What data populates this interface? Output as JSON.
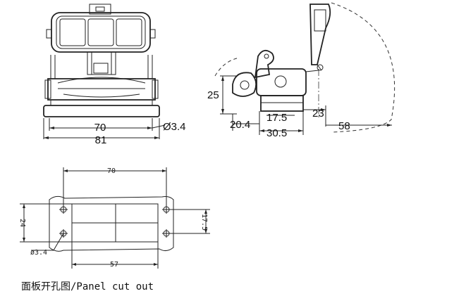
{
  "front_view": {
    "width_label": "70",
    "overall_label": "81",
    "hole_label": "Ø3.4"
  },
  "side_view": {
    "height_label": "25",
    "dim_a": "20.4",
    "dim_b": "17.5",
    "dim_c": "30.5",
    "dim_d": "23",
    "dim_e": "58"
  },
  "cutout": {
    "width_label": "70",
    "height_label": "24",
    "inner_height_label": "17.5",
    "inner_width_label": "57",
    "hole_label": "ø3.4"
  },
  "caption": "面板开孔图/Panel cut out"
}
